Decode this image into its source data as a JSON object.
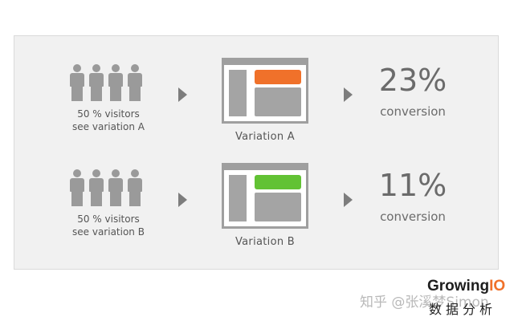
{
  "colors": {
    "icon_gray": "#9a9a9a",
    "text_gray": "#555555",
    "variation_a_accent": "#f0712a",
    "variation_b_accent": "#62c234",
    "panel_background": "#f1f1f1",
    "logo_accent": "#f0712a"
  },
  "rows": [
    {
      "audience_line1": "50 % visitors",
      "audience_line2": "see variation A",
      "variation_label": "Variation A",
      "conversion_value": "23%",
      "conversion_label": "conversion",
      "accent": "#f0712a"
    },
    {
      "audience_line1": "50 % visitors",
      "audience_line2": "see variation B",
      "variation_label": "Variation B",
      "conversion_value": "11%",
      "conversion_label": "conversion",
      "accent": "#62c234"
    }
  ],
  "icons": {
    "people": "person-icon",
    "arrow": "play-arrow-icon",
    "page": "page-layout-icon"
  },
  "watermark": {
    "text": "知乎 @张溪梦Simon"
  },
  "logo": {
    "word_main": "Growing",
    "word_accent": "IO",
    "subtitle": "数据分析"
  }
}
